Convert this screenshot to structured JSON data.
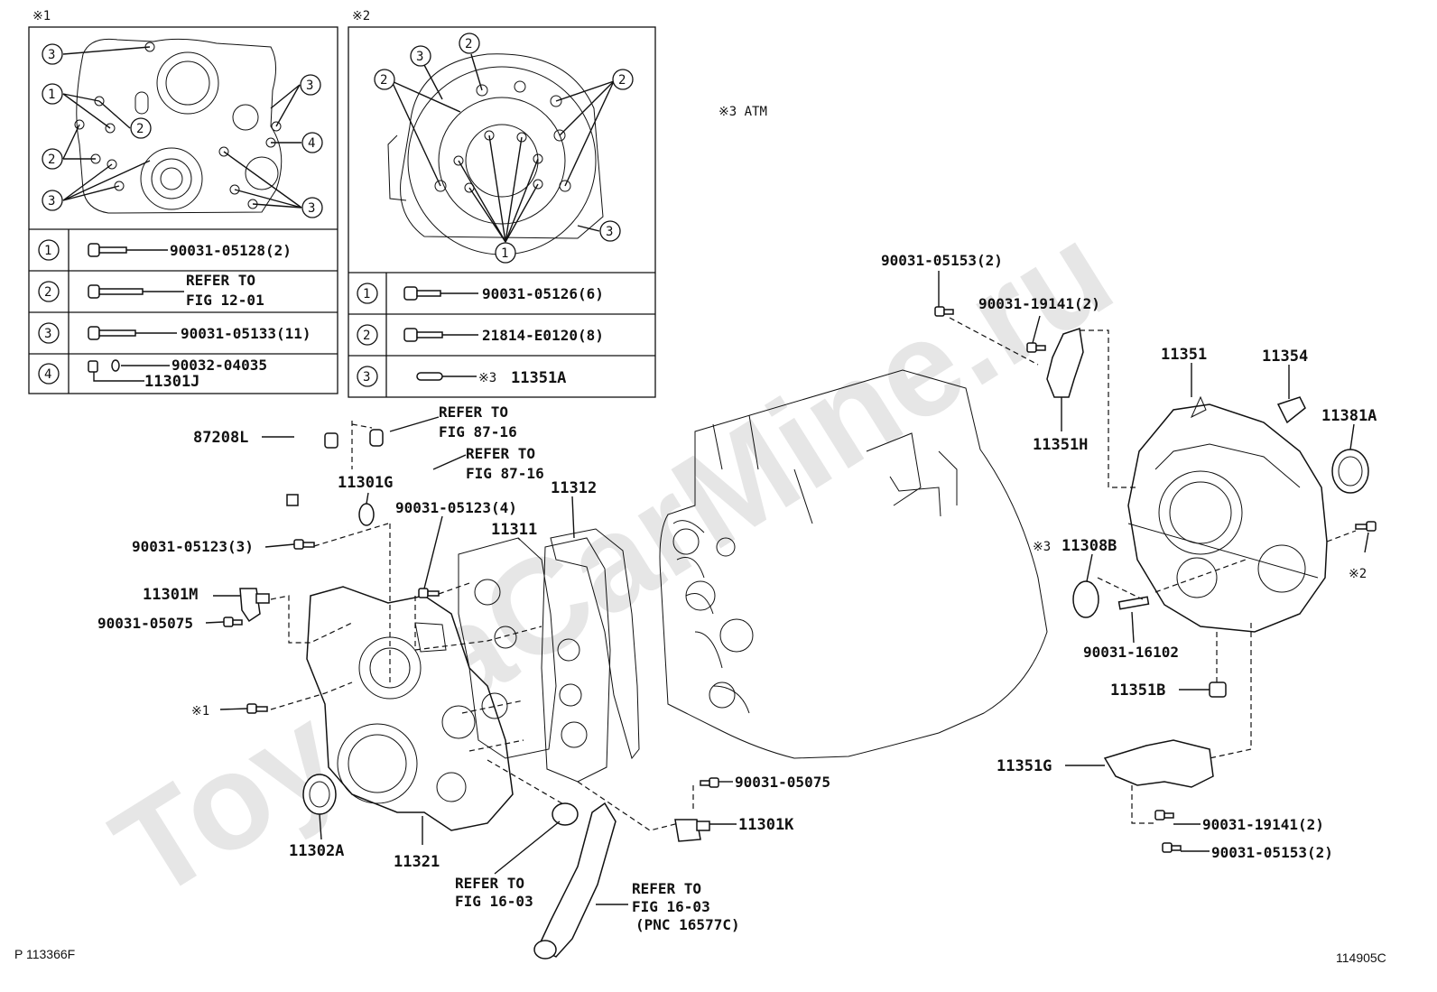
{
  "watermark": "ToyotaCarMine.ru",
  "corner_left": "P 113366F",
  "corner_right": "114905C",
  "atm_note": "※3 ATM",
  "panel1": {
    "mark": "※1",
    "rows": [
      {
        "num": "1",
        "text": "90031-05128(2)"
      },
      {
        "num": "2",
        "text": "REFER TO",
        "text2": "FIG 12-01"
      },
      {
        "num": "3",
        "text": "90031-05133(11)"
      },
      {
        "num": "4",
        "text": "90032-04035",
        "text2": "11301J"
      }
    ],
    "callouts": [
      "3",
      "1",
      "2",
      "2",
      "3",
      "3",
      "4",
      "3"
    ]
  },
  "panel2": {
    "mark": "※2",
    "rows": [
      {
        "num": "1",
        "text": "90031-05126(6)"
      },
      {
        "num": "2",
        "text": "21814-E0120(8)"
      },
      {
        "num": "3",
        "mark": "※3",
        "text": "11351A"
      }
    ],
    "callouts": [
      "2",
      "3",
      "2",
      "2",
      "3",
      "1"
    ]
  },
  "labels": {
    "p87208L": "87208L",
    "refer8716a_1": "REFER TO",
    "refer8716a_2": "FIG 87-16",
    "refer8716b_1": "REFER TO",
    "refer8716b_2": "FIG 87-16",
    "p11301G": "11301G",
    "p11312": "11312",
    "p90031_05123_4": "90031-05123(4)",
    "p11311": "11311",
    "p90031_05123_3": "90031-05123(3)",
    "p11301M": "11301M",
    "p90031_05075a": "90031-05075",
    "mark1": "※1",
    "p11302A": "11302A",
    "p11321": "11321",
    "refer1603a_1": "REFER TO",
    "refer1603a_2": "FIG 16-03",
    "refer1603b_1": "REFER TO",
    "refer1603b_2": "FIG 16-03",
    "refer1603b_3": "(PNC 16577C)",
    "p90031_05075b": "90031-05075",
    "p11301K": "11301K",
    "p90031_05153a": "90031-05153(2)",
    "p90031_19141a": "90031-19141(2)",
    "p11351H": "11351H",
    "p11351": "11351",
    "p11354": "11354",
    "p11381A": "11381A",
    "mark3": "※3",
    "p11308B": "11308B",
    "mark2": "※2",
    "p90031_16102": "90031-16102",
    "p11351B": "11351B",
    "p11351G": "11351G",
    "p90031_19141b": "90031-19141(2)",
    "p90031_05153b": "90031-05153(2)"
  }
}
